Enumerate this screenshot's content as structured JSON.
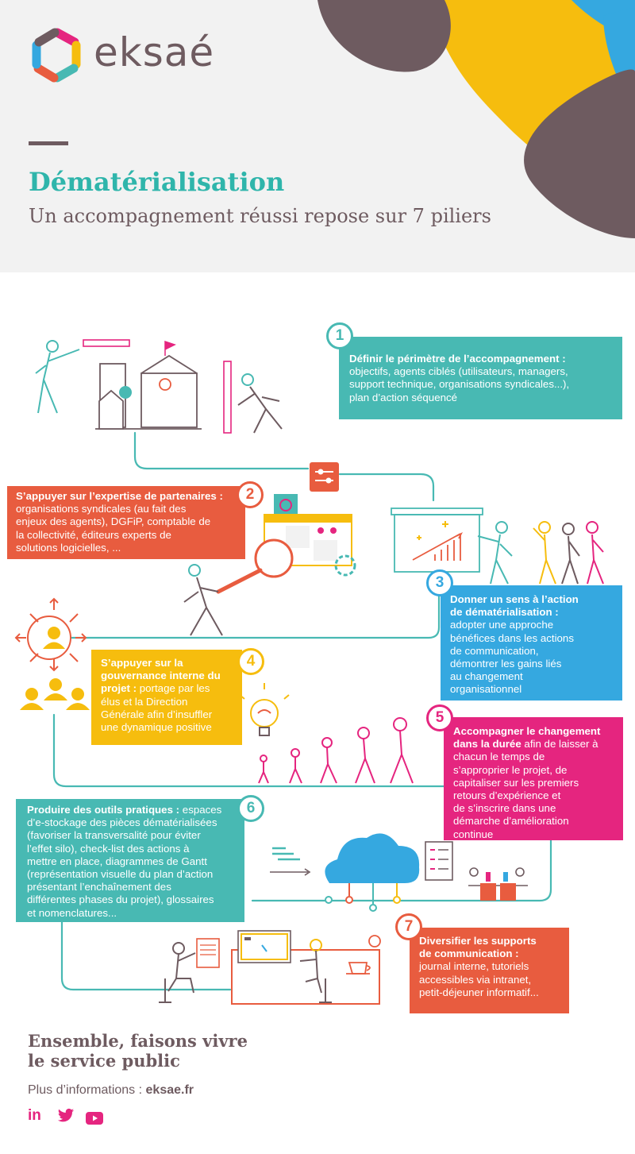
{
  "brand": {
    "name": "eksaé"
  },
  "header": {
    "title": "Dématérialisation",
    "subtitle": "Un accompagnement réussi repose sur 7 piliers"
  },
  "colors": {
    "teal": "#48b9b3",
    "orange": "#e85c3f",
    "yellow": "#f6bd0e",
    "blue": "#35a8e0",
    "pink": "#e5257f",
    "mauve": "#6e5b60"
  },
  "pillars": [
    {
      "number": "1",
      "heading": "Définir le périmètre de l’accompagnement :",
      "lines": [
        "objectifs, agents ciblés (utilisateurs, managers,",
        "support technique, organisations syndicales...),",
        "plan d’action séquencé"
      ]
    },
    {
      "number": "2",
      "heading": "S’appuyer sur l’expertise de partenaires :",
      "lines": [
        "organisations syndicales (au fait des",
        "enjeux des agents), DGFiP, comptable de",
        "la collectivité, éditeurs experts de",
        "solutions logicielles, ..."
      ]
    },
    {
      "number": "3",
      "heading_lines": [
        "Donner un sens à l’action",
        "de dématérialisation :"
      ],
      "lines": [
        "adopter une approche",
        "bénéfices dans les actions",
        "de communication,",
        "démontrer les gains liés",
        "au changement",
        "organisationnel"
      ]
    },
    {
      "number": "4",
      "heading_lines": [
        "S’appuyer sur la",
        "gouvernance interne du"
      ],
      "heading_last": "projet :",
      "first_rest": " portage par les",
      "lines": [
        "élus et la Direction",
        "Générale afin d’insuffler",
        "une dynamique positive"
      ]
    },
    {
      "number": "5",
      "heading_lines": [
        "Accompagner le changement"
      ],
      "heading_last": "dans la durée",
      "first_rest": " afin de laisser à",
      "lines": [
        "chacun le temps de",
        "s’approprier le projet, de",
        "capitaliser sur les premiers",
        "retours d’expérience et",
        "de s’inscrire dans une",
        "démarche d’amélioration",
        "continue"
      ]
    },
    {
      "number": "6",
      "heading": "Produire des outils pratiques :",
      "first_rest": " espaces",
      "lines": [
        "d’e-stockage des pièces dématérialisées",
        "(favoriser la transversalité pour éviter",
        "l’effet silo), check-list des actions à",
        "mettre en place, diagrammes de Gantt",
        "(représentation visuelle du plan d’action",
        "présentant l’enchaînement des",
        "différentes phases du projet), glossaires",
        "et nomenclatures..."
      ]
    },
    {
      "number": "7",
      "heading_lines": [
        "Diversifier les supports",
        "de communication :"
      ],
      "lines": [
        "journal interne, tutoriels",
        "accessibles via intranet,",
        "petit-déjeuner informatif..."
      ]
    }
  ],
  "footer": {
    "title_lines": [
      "Ensemble, faisons vivre",
      "le service public"
    ],
    "info_label": "Plus d’informations : ",
    "info_link": "eksae.fr",
    "social": [
      "linkedin-icon",
      "twitter-icon",
      "youtube-icon"
    ],
    "social_labels": {
      "linkedin": "in"
    }
  }
}
